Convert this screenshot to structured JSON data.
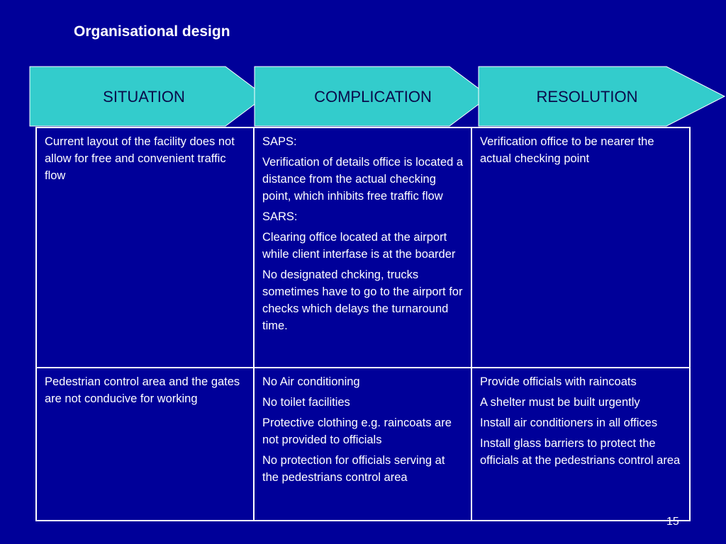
{
  "title": "Organisational design",
  "arrows": [
    "SITUATION",
    "COMPLICATION",
    "RESOLUTION"
  ],
  "colors": {
    "background": "#000099",
    "arrow": "#33cccc",
    "text": "#ffffff"
  },
  "rows": [
    {
      "situation": [
        "Current layout of the facility does not allow for free and convenient traffic flow"
      ],
      "complication": [
        "SAPS:",
        "Verification of details office is located a distance from the actual checking point, which inhibits free traffic flow",
        "SARS:",
        "Clearing office located at the airport while client interfase is at the boarder",
        "No designated chcking, trucks sometimes have to go to the airport for checks which delays the turnaround time."
      ],
      "resolution": [
        "Verification office to be nearer the actual checking point"
      ]
    },
    {
      "situation": [
        "Pedestrian control area and the gates are not conducive for working"
      ],
      "complication": [
        "No Air conditioning",
        "No toilet facilities",
        "Protective clothing e.g. raincoats are not provided to officials",
        "No protection for officials serving at the pedestrians control area"
      ],
      "resolution": [
        "Provide officials with raincoats",
        "A shelter must be built urgently",
        "Install air conditioners in all offices",
        "Install glass barriers to protect the officials at the pedestrians control area"
      ]
    }
  ],
  "page_number": "15"
}
